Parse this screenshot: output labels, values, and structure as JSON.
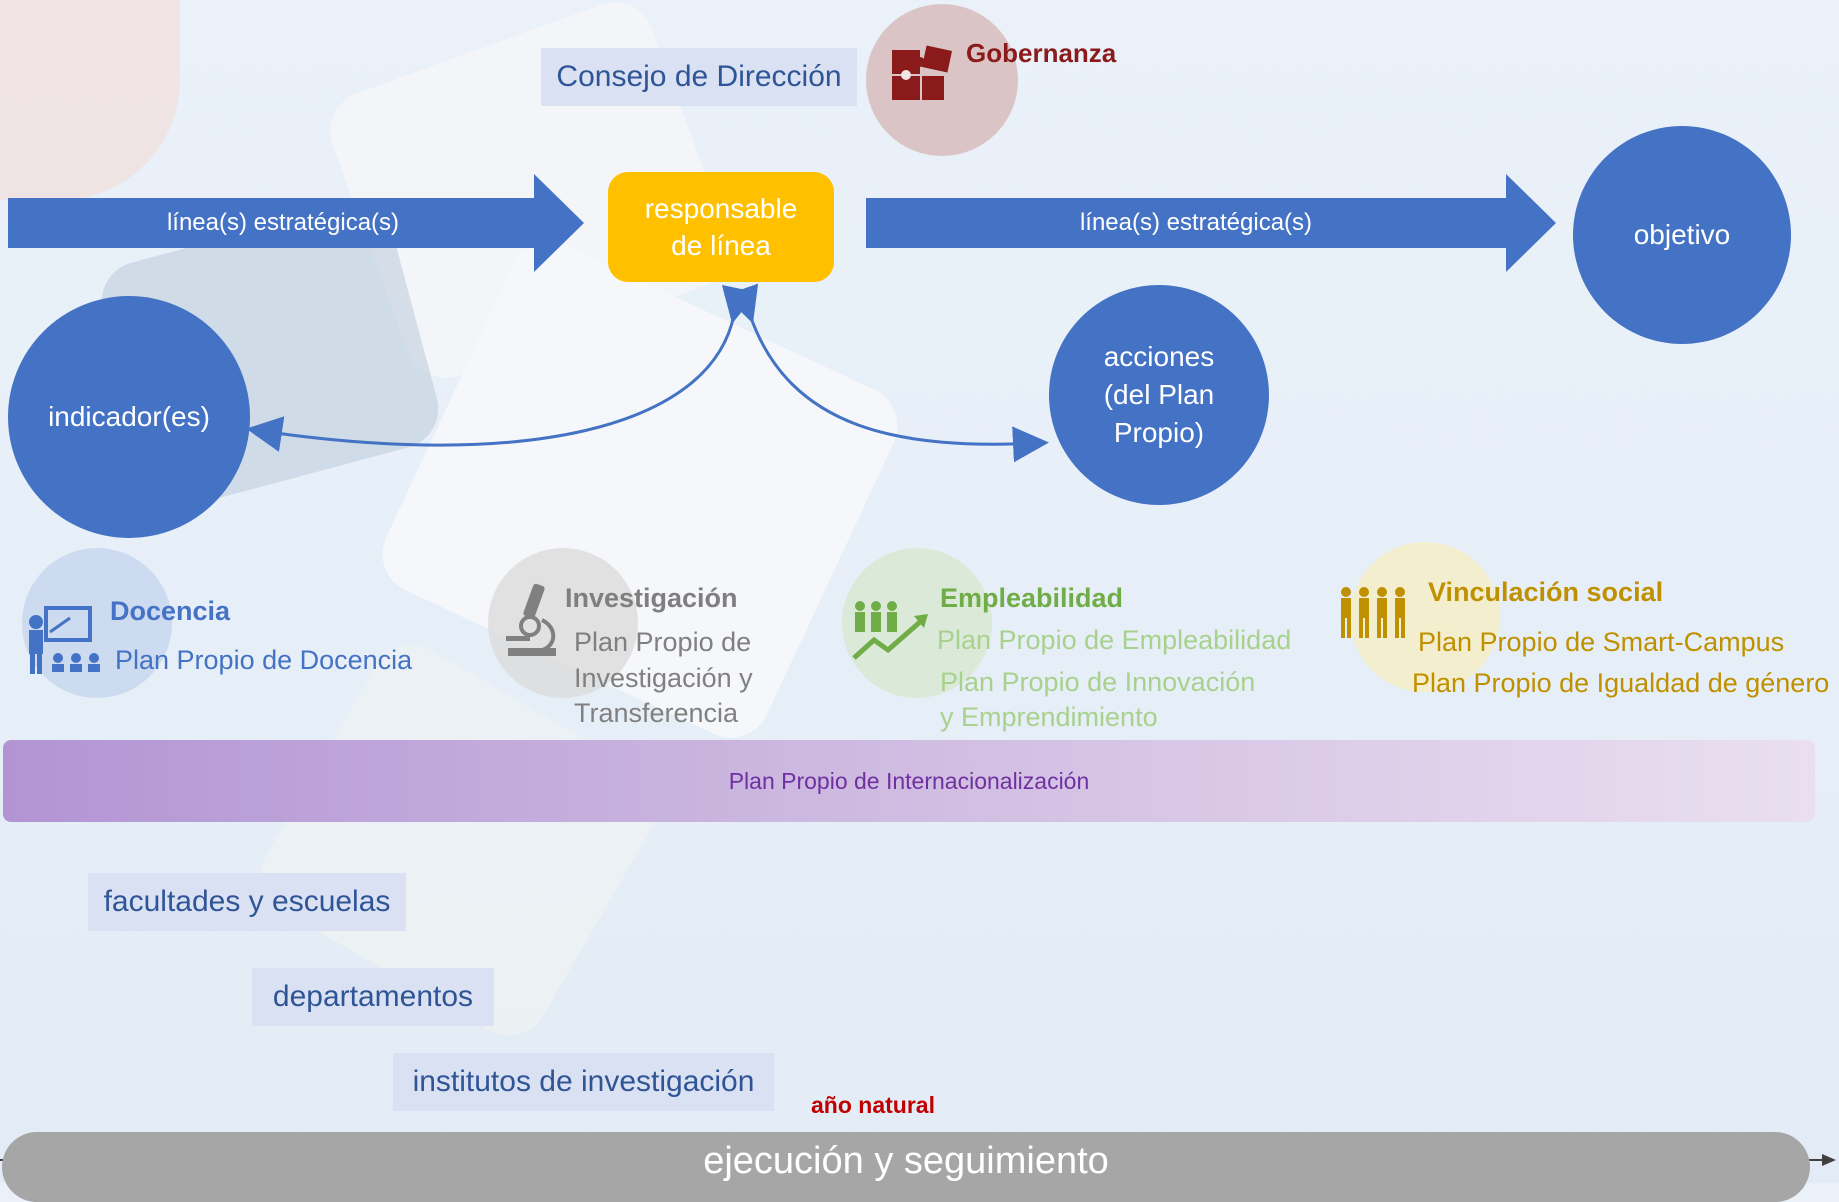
{
  "gobernanza": {
    "title": "Gobernanza",
    "consejo": "Consejo de Dirección"
  },
  "flow": {
    "arrow_left": "línea(s) estratégica(s)",
    "arrow_right": "línea(s) estratégica(s)",
    "responsable": "responsable de línea",
    "objetivo": "objetivo",
    "indicadores": "indicador(es)",
    "acciones": "acciones (del Plan Propio)"
  },
  "categories": {
    "docencia": {
      "title": "Docencia",
      "plans": [
        "Plan Propio de Docencia"
      ],
      "color": "#4472c4"
    },
    "investigacion": {
      "title": "Investigación",
      "plans": [
        "Plan Propio de",
        "Investigación y",
        "Transferencia"
      ],
      "color": "#808080"
    },
    "empleabilidad": {
      "title": "Empleabilidad",
      "plans": [
        "Plan Propio de Empleabilidad",
        "Plan Propio de Innovación",
        "y Emprendimiento"
      ],
      "color": "#70ad47"
    },
    "vinculacion": {
      "title": "Vinculación social",
      "plans": [
        "Plan Propio de Smart-Campus",
        "Plan Propio de Igualdad de género"
      ],
      "color": "#bf9000"
    }
  },
  "internacionalizacion": "Plan Propio de Internacionalización",
  "units": [
    "facultades y escuelas",
    "departamentos",
    "institutos de investigación"
  ],
  "timeline": {
    "label": "año natural",
    "bar": "ejecución y seguimiento"
  },
  "colors": {
    "blue": "#4472c4",
    "yellow": "#ffc000",
    "dark_red": "#8b1a1a",
    "purple": "#7030a0",
    "gray_bar": "#a6a6a6"
  }
}
